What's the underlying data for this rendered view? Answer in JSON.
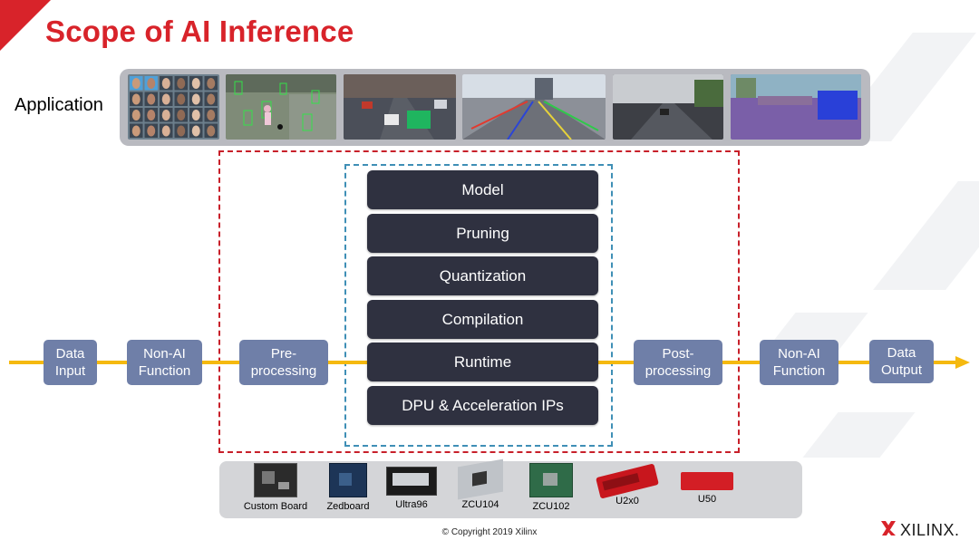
{
  "title": "Scope of AI Inference",
  "application": {
    "label": "Application",
    "images": [
      "face-grid-image",
      "crowd-detection-image",
      "traffic-segmentation-image",
      "lane-detection-image",
      "road-scene-image",
      "semantic-segmentation-image"
    ]
  },
  "stack": [
    "Model",
    "Pruning",
    "Quantization",
    "Compilation",
    "Runtime",
    "DPU & Acceleration IPs"
  ],
  "flow": [
    {
      "name": "data-input",
      "label": "Data\nInput"
    },
    {
      "name": "non-ai-function-left",
      "label": "Non-AI\nFunction"
    },
    {
      "name": "pre-processing",
      "label": "Pre-\nprocessing"
    },
    {
      "name": "post-processing",
      "label": "Post-\nprocessing"
    },
    {
      "name": "non-ai-function-right",
      "label": "Non-AI\nFunction"
    },
    {
      "name": "data-output",
      "label": "Data\nOutput"
    }
  ],
  "boards": [
    "Custom Board",
    "Zedboard",
    "Ultra96",
    "ZCU104",
    "ZCU102",
    "U2x0",
    "U50"
  ],
  "copyright": "© Copyright 2019 Xilinx",
  "logo": {
    "text": "XILINX.",
    "icon": "xilinx-logo-icon"
  },
  "colors": {
    "accent_red": "#d8232a",
    "flow_box": "#6f7fa8",
    "stack_box": "#2f3140",
    "arrow": "#f5b90f",
    "inner_border": "#3f8fb6"
  }
}
